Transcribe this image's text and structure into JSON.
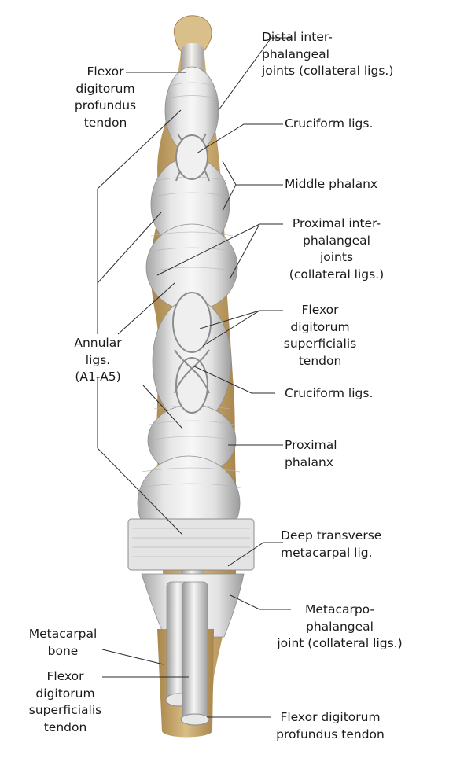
{
  "labels": {
    "dip_joints": "Distal inter-\nphalangeal\njoints (collateral ligs.)",
    "fdp_tendon_top": "Flexor\ndigitorum\nprofundus\ntendon",
    "cruciform_top": "Cruciform ligs.",
    "middle_phalanx": "Middle phalanx",
    "pip_joints": "Proximal inter-\nphalangeal\njoints\n(collateral ligs.)",
    "fds_tendon_mid": "Flexor\ndigitorum\nsuperficialis\ntendon",
    "annular_ligs": "Annular\nligs.\n(A1-A5)",
    "cruciform_bottom": "Cruciform ligs.",
    "proximal_phalanx": "Proximal\nphalanx",
    "deep_transverse": "Deep transverse\nmetacarpal lig.",
    "mcp_joint": "Metacarpo-\nphalangeal\njoint (collateral ligs.)",
    "metacarpal_bone": "Metacarpal\nbone",
    "fds_tendon_bottom": "Flexor\ndigitorum\nsuperficialis\ntendon",
    "fdp_tendon_bottom": "Flexor digitorum\nprofundus tendon"
  },
  "colors": {
    "bone": "#c9a86a",
    "bone_shadow": "#a8854b",
    "ligament": "#dcdcdc",
    "ligament_light": "#f1f1f1",
    "ligament_dark": "#9a9a9a",
    "leader_line": "#2a2a2a"
  }
}
